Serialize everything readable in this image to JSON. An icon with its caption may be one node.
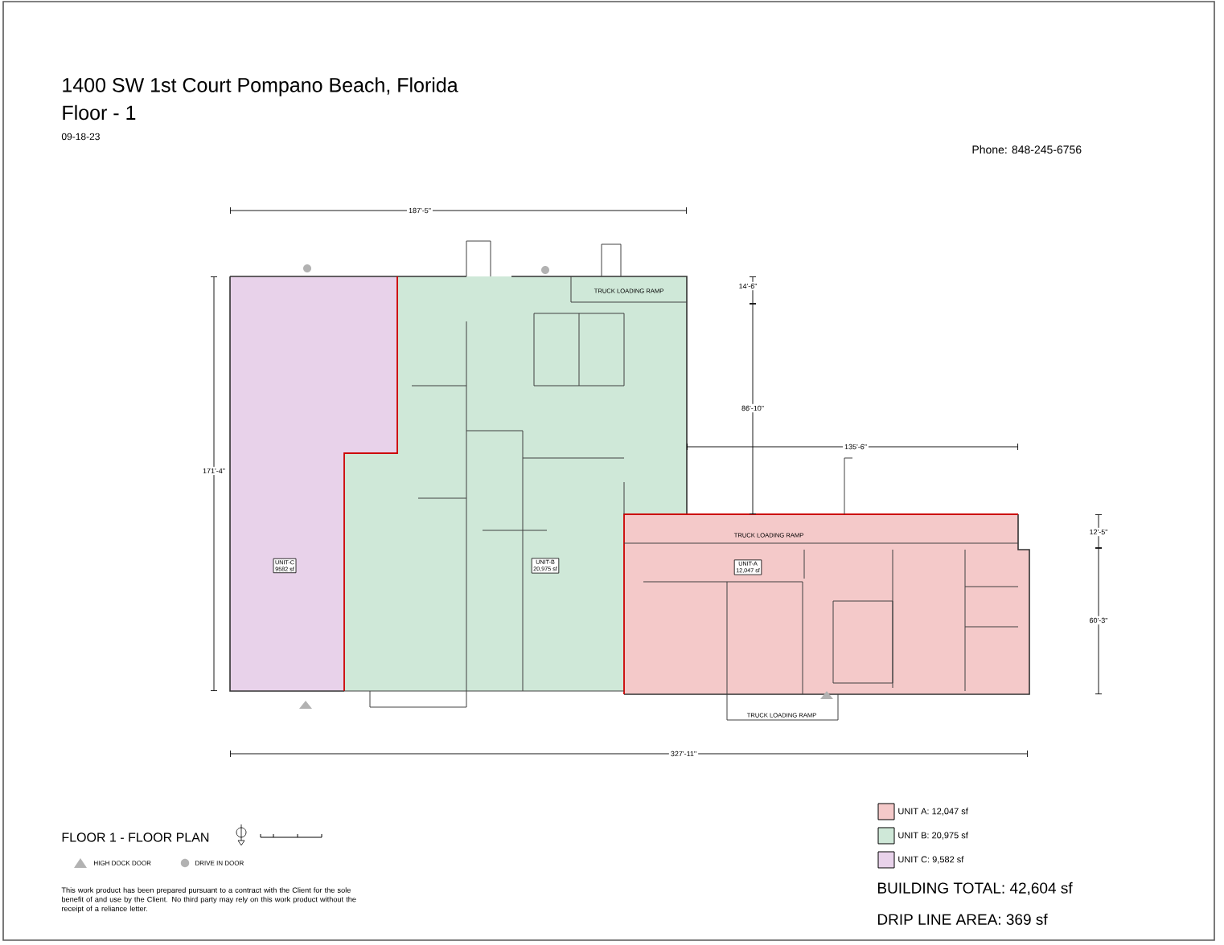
{
  "diagram": {
    "title": "1400 SW 1st Court  Pompano Beach, Florida",
    "nodes": [
      {
        "text": [
          "UNIT-C",
          "9582 sf"
        ]
      },
      {
        "text": [
          "UNIT-B",
          "20,975 sf"
        ]
      },
      {
        "text": [
          "UNIT-A",
          "12,047 sf"
        ]
      }
    ],
    "labels": [
      "Floor - 1",
      "09-18-23",
      "Phone: 848-245-6756",
      "187'-5\"",
      "14'-6\"",
      "TRUCK LOADING RAMP",
      "171'-4\"",
      "86'-10\"",
      "135'-6\"",
      "TRUCK LOADING RAMP",
      "12'-5\"",
      "60'-3\"",
      "TRUCK LOADING RAMP",
      "327'-11\"",
      "FLOOR 1 -  FLOOR PLAN",
      "HIGH DOCK DOOR",
      "DRIVE IN DOOR",
      "This work product has been prepared pursuant to a contract with the Client for the sole benefit of and use by the Client. No third party may rely on this work product without the receipt of a reliance letter.",
      "BUILDING TOTAL:  42,604 sf",
      "DRIP LINE AREA:  369 sf"
    ],
    "legend": [
      {
        "text": "UNIT A:  12,047 sf",
        "color": "#f4c9c9"
      },
      {
        "text": "UNIT B:  20,975 sf",
        "color": "#cfe8d8"
      },
      {
        "text": "UNIT C:  9,582 sf",
        "color": "#e8d2ea"
      }
    ]
  }
}
